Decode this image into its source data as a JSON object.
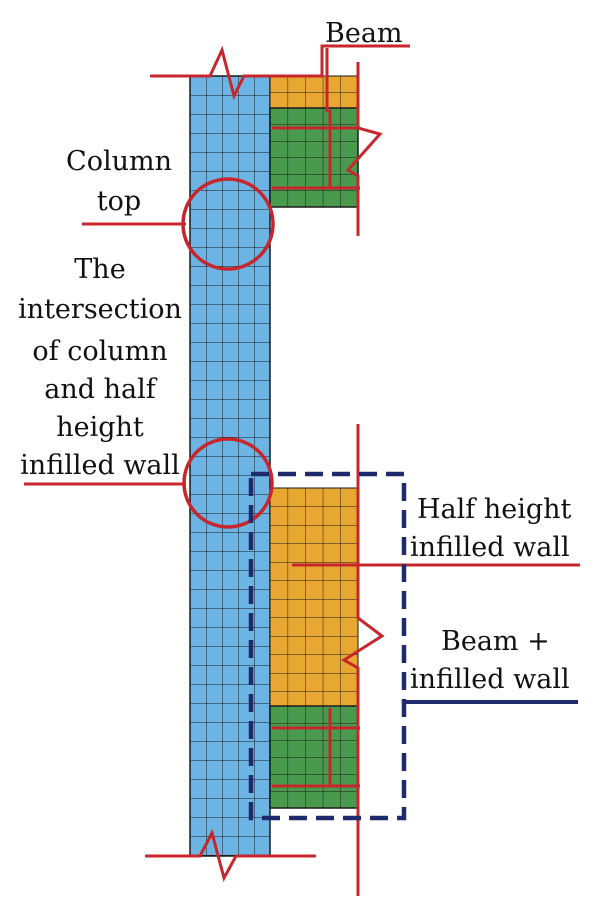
{
  "labels": {
    "beam": "Beam",
    "column_top": [
      "Column",
      "top"
    ],
    "intersection": [
      "The",
      "intersection",
      "of column",
      "and half",
      "height",
      "infilled wall"
    ],
    "half_height_infilled_wall": [
      "Half height",
      "infilled wall"
    ],
    "beam_plus_infilled_wall": [
      "Beam +",
      "infilled wall"
    ]
  },
  "colors": {
    "column": "#6cb4e4",
    "beam": "#4a9a4e",
    "infill": "#e8a731",
    "grid_line": "#1a1a1a",
    "leader_red": "#c8262c",
    "dashed_box": "#1e2a6e"
  }
}
